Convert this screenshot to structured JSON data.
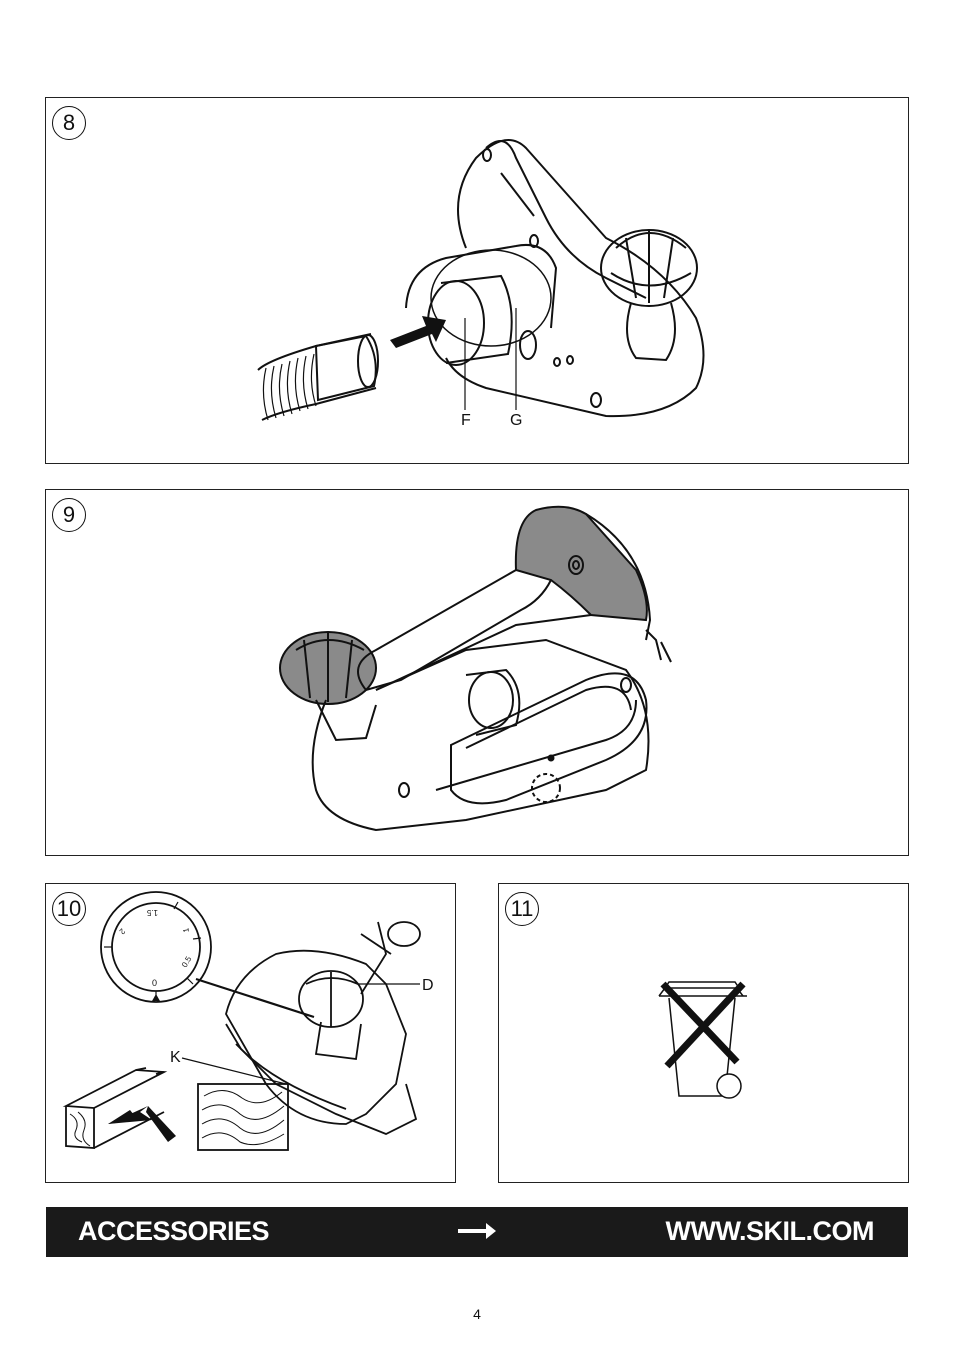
{
  "figures": {
    "fig8": {
      "number": "8",
      "labels": [
        "F",
        "G"
      ]
    },
    "fig9": {
      "number": "9"
    },
    "fig10": {
      "number": "10",
      "labels": [
        "D",
        "K"
      ],
      "dial_marks": [
        "0",
        "0.5",
        "1",
        "1.5",
        "2"
      ]
    },
    "fig11": {
      "number": "11"
    }
  },
  "banner": {
    "left_text": "ACCESSORIES",
    "right_text": "WWW.SKIL.COM",
    "arrow_icon": "right-arrow-icon"
  },
  "page_number": "4",
  "colors": {
    "ink": "#111111",
    "banner_bg": "#1a1a1a",
    "banner_text": "#ffffff",
    "tool_shade": "#8a8a8a"
  }
}
